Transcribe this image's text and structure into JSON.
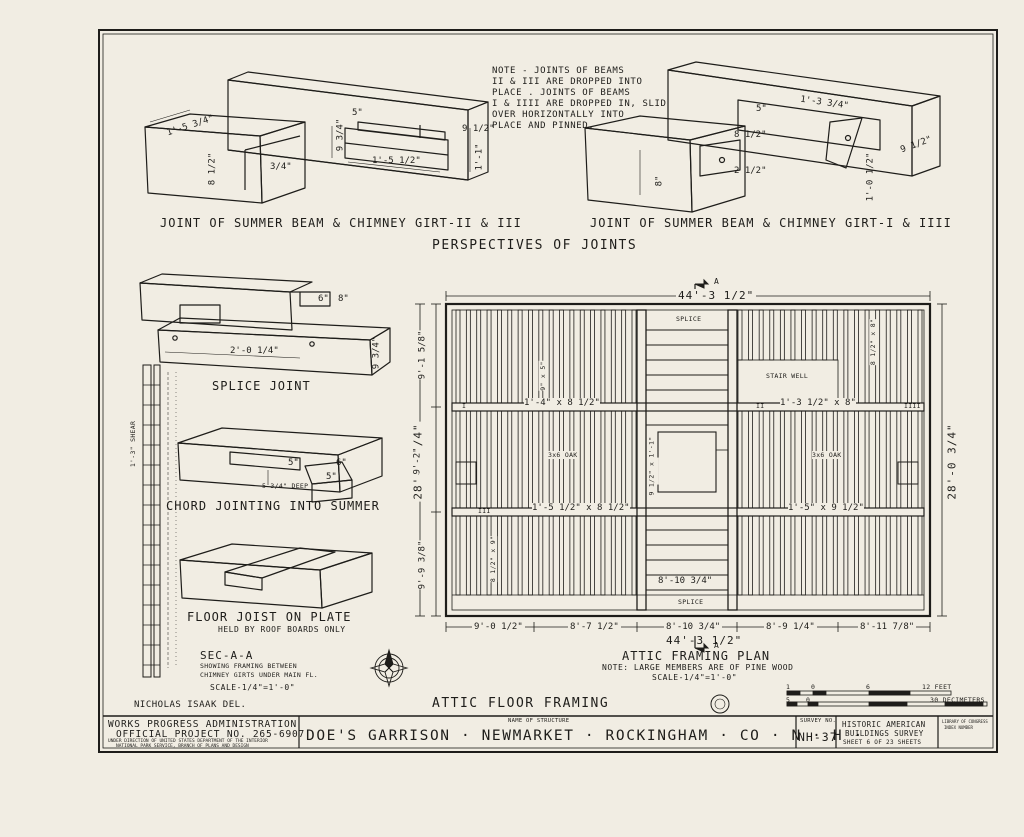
{
  "note": "NOTE - JOINTS OF BEAMS\nII & III ARE DROPPED INTO\nPLACE . JOINTS OF BEAMS\nI & IIII ARE DROPPED IN, SLID\nOVER HORIZONTALLY INTO\nPLACE AND PINNED.",
  "joints": {
    "left_caption": "JOINT OF SUMMER BEAM & CHIMNEY GIRT-II & III",
    "right_caption": "JOINT OF SUMMER BEAM & CHIMNEY GIRT-I & IIII",
    "heading": "PERSPECTIVES OF JOINTS",
    "left_dims": [
      "1'-5 3/4\"",
      "8 1/2\"",
      "3/4\"",
      "9 3/4\"",
      "1'-5 1/2\"",
      "1'-1\"",
      "9 1/2\"",
      "5\""
    ],
    "right_dims": [
      "1'-3 3/4\"",
      "9 1/2\"",
      "8 1/2\"",
      "8\"",
      "1'-0 1/2\"",
      "2 1/2\"",
      "5\""
    ]
  },
  "details": {
    "splice": "SPLICE JOINT",
    "splice_dims": [
      "2'-0 1/4\"",
      "9 3/4\"",
      "6\"",
      "8\""
    ],
    "chord": "CHORD JOINTING INTO SUMMER",
    "chord_dims": [
      "5 3/4\" DEEP",
      "5\"",
      "5\"",
      "6\""
    ],
    "floor_joist": "FLOOR JOIST ON PLATE",
    "floor_joist_sub": "HELD BY ROOF BOARDS ONLY"
  },
  "section": {
    "title": "SEC-A-A",
    "line1": "SHOWING FRAMING BETWEEN",
    "line2": "CHIMNEY GIRTS UNDER MAIN FL.",
    "scale": "SCALE-1/4\"=1'-0\"",
    "side_label": "1'-3\" SHEAR"
  },
  "plan": {
    "title": "ATTIC FRAMING PLAN",
    "note": "NOTE: LARGE MEMBERS ARE OF PINE WOOD",
    "scale": "SCALE-1/4\"=1'-0\"",
    "section_mark": "A",
    "overall_width": "44'-3 1/2\"",
    "overall_width_bottom": "44'-3 1/2\"",
    "overall_depth_left": "28'-0 3/4\"",
    "overall_depth_right": "28'-0 3/4\"",
    "left_bays": [
      "9'-1 5/8\"",
      "9'-2\"",
      "9'-9 3/8\""
    ],
    "bottom_bays": [
      "9'-0 1/2\"",
      "8'-7 1/2\"",
      "8'-10 3/4\"",
      "8'-9 1/4\"",
      "8'-11 7/8\""
    ],
    "stair_well": "STAIR WELL",
    "splice_top": "SPLICE",
    "splice_bottom": "SPLICE",
    "beam_left_top": "1'-4\" x 8 1/2\"",
    "beam_right_top": "1'-3 1/2\" x 8\"",
    "beam_left_bottom": "1'-5 1/2\" x 8 1/2\"",
    "beam_right_bottom": "1'-5\" x 9 1/2\"",
    "oak_left": "3x6 OAK",
    "oak_right": "3x6 OAK",
    "girt_center": "6'-8\"",
    "girt_center_bottom": "8'-10 3/4\"",
    "roman": [
      "I",
      "II",
      "III",
      "IIII"
    ],
    "joist_sizes": [
      "9\" x 5\"",
      "8 1/2\" x 8\"",
      "9 1/2\" x 1'-1\"",
      "8 1/2\" x 9\""
    ]
  },
  "title_main": "ATTIC FLOOR FRAMING",
  "delineator": "NICHOLAS ISAAK DEL.",
  "graphic_scale": {
    "feet_labels": [
      "1",
      "0",
      "6",
      "12 FEET"
    ],
    "meter_labels": [
      "5",
      "0",
      "30 DECIMETERS"
    ]
  },
  "titleblock": {
    "wpa1": "WORKS PROGRESS ADMINISTRATION",
    "wpa2": "OFFICIAL PROJECT NO. 265-6907",
    "wpa3": "UNDER DIRECTION OF UNITED STATES DEPARTMENT OF THE INTERIOR",
    "wpa4": "NATIONAL PARK SERVICE, BRANCH OF PLANS AND DESIGN",
    "name_label": "NAME OF STRUCTURE",
    "name": "DOE'S GARRISON · NEWMARKET · ROCKINGHAM · CO · N · H ·",
    "survey_label": "SURVEY NO.",
    "survey_no": "NH-37",
    "habs1": "HISTORIC AMERICAN",
    "habs2": "BUILDINGS SURVEY",
    "sheet": "SHEET 6 OF 23 SHEETS",
    "library1": "LIBRARY OF CONGRESS",
    "library2": "INDEX NUMBER"
  },
  "colors": {
    "paper": "#f1ede3",
    "ink": "#1e1d1a"
  }
}
